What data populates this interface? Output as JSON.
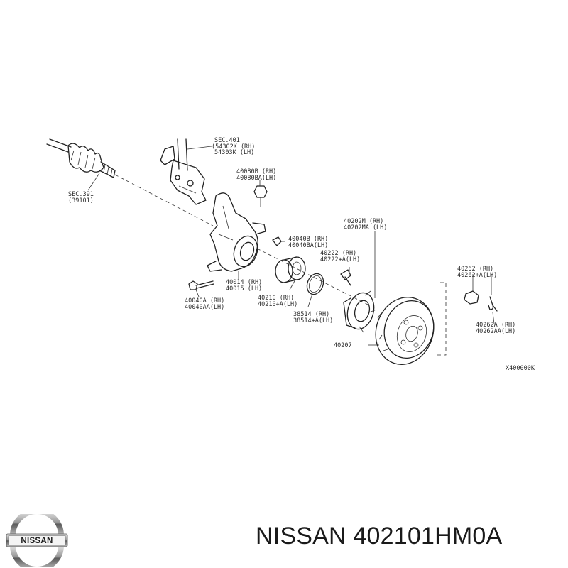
{
  "callouts": {
    "sec401": [
      "SEC.401",
      "(54302K (RH)",
      "54303K (LH)"
    ],
    "sec391": [
      "SEC.391",
      "(39101)"
    ],
    "p40080": [
      "40080B  (RH)",
      "40080BA(LH)"
    ],
    "p40040B": [
      "40040B  (RH)",
      "40040BA(LH)"
    ],
    "p40202": [
      "40202M  (RH)",
      "40202MA (LH)"
    ],
    "p40222": [
      "40222  (RH)",
      "40222+A(LH)"
    ],
    "p40262": [
      "40262  (RH)",
      "40262+A(LH)"
    ],
    "p40014": [
      "40014 (RH)",
      "40015 (LH)"
    ],
    "p40040A": [
      "40040A  (RH)",
      "40040AA(LH)"
    ],
    "p40210": [
      "40210  (RH)",
      "40210+A(LH)"
    ],
    "p38514": [
      "38514   (RH)",
      "38514+A(LH)"
    ],
    "p40262A": [
      "40262A  (RH)",
      "40262AA(LH)"
    ],
    "p40207": "40207",
    "code": "X400000K"
  },
  "brand": {
    "logo_text": "NISSAN",
    "caption": "NISSAN 402101HM0A"
  }
}
